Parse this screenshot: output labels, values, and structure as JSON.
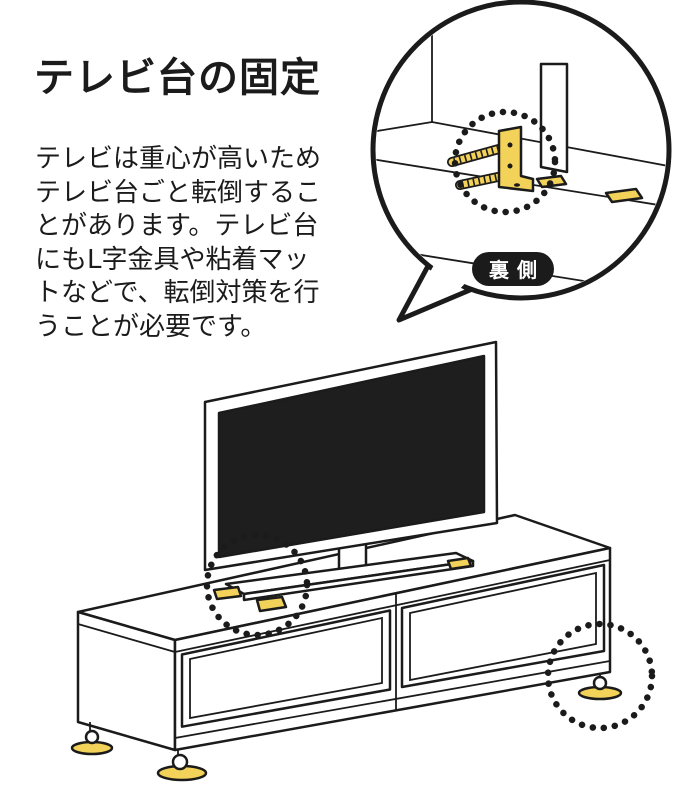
{
  "title": "テレビ台の固定",
  "body": {
    "lines": [
      "テレビは重心が高いため",
      "テレビ台ごと転倒するこ",
      "とがあります。テレビ台",
      "にもL字金具や粘着マッ",
      "トなどで、転倒対策を行",
      "うことが必要です。"
    ]
  },
  "callout": {
    "label": "裏側"
  },
  "colors": {
    "accent_yellow": "#f3d25a",
    "ink": "#1b1b1b",
    "screen": "#1e1e1e",
    "background": "#ffffff"
  }
}
